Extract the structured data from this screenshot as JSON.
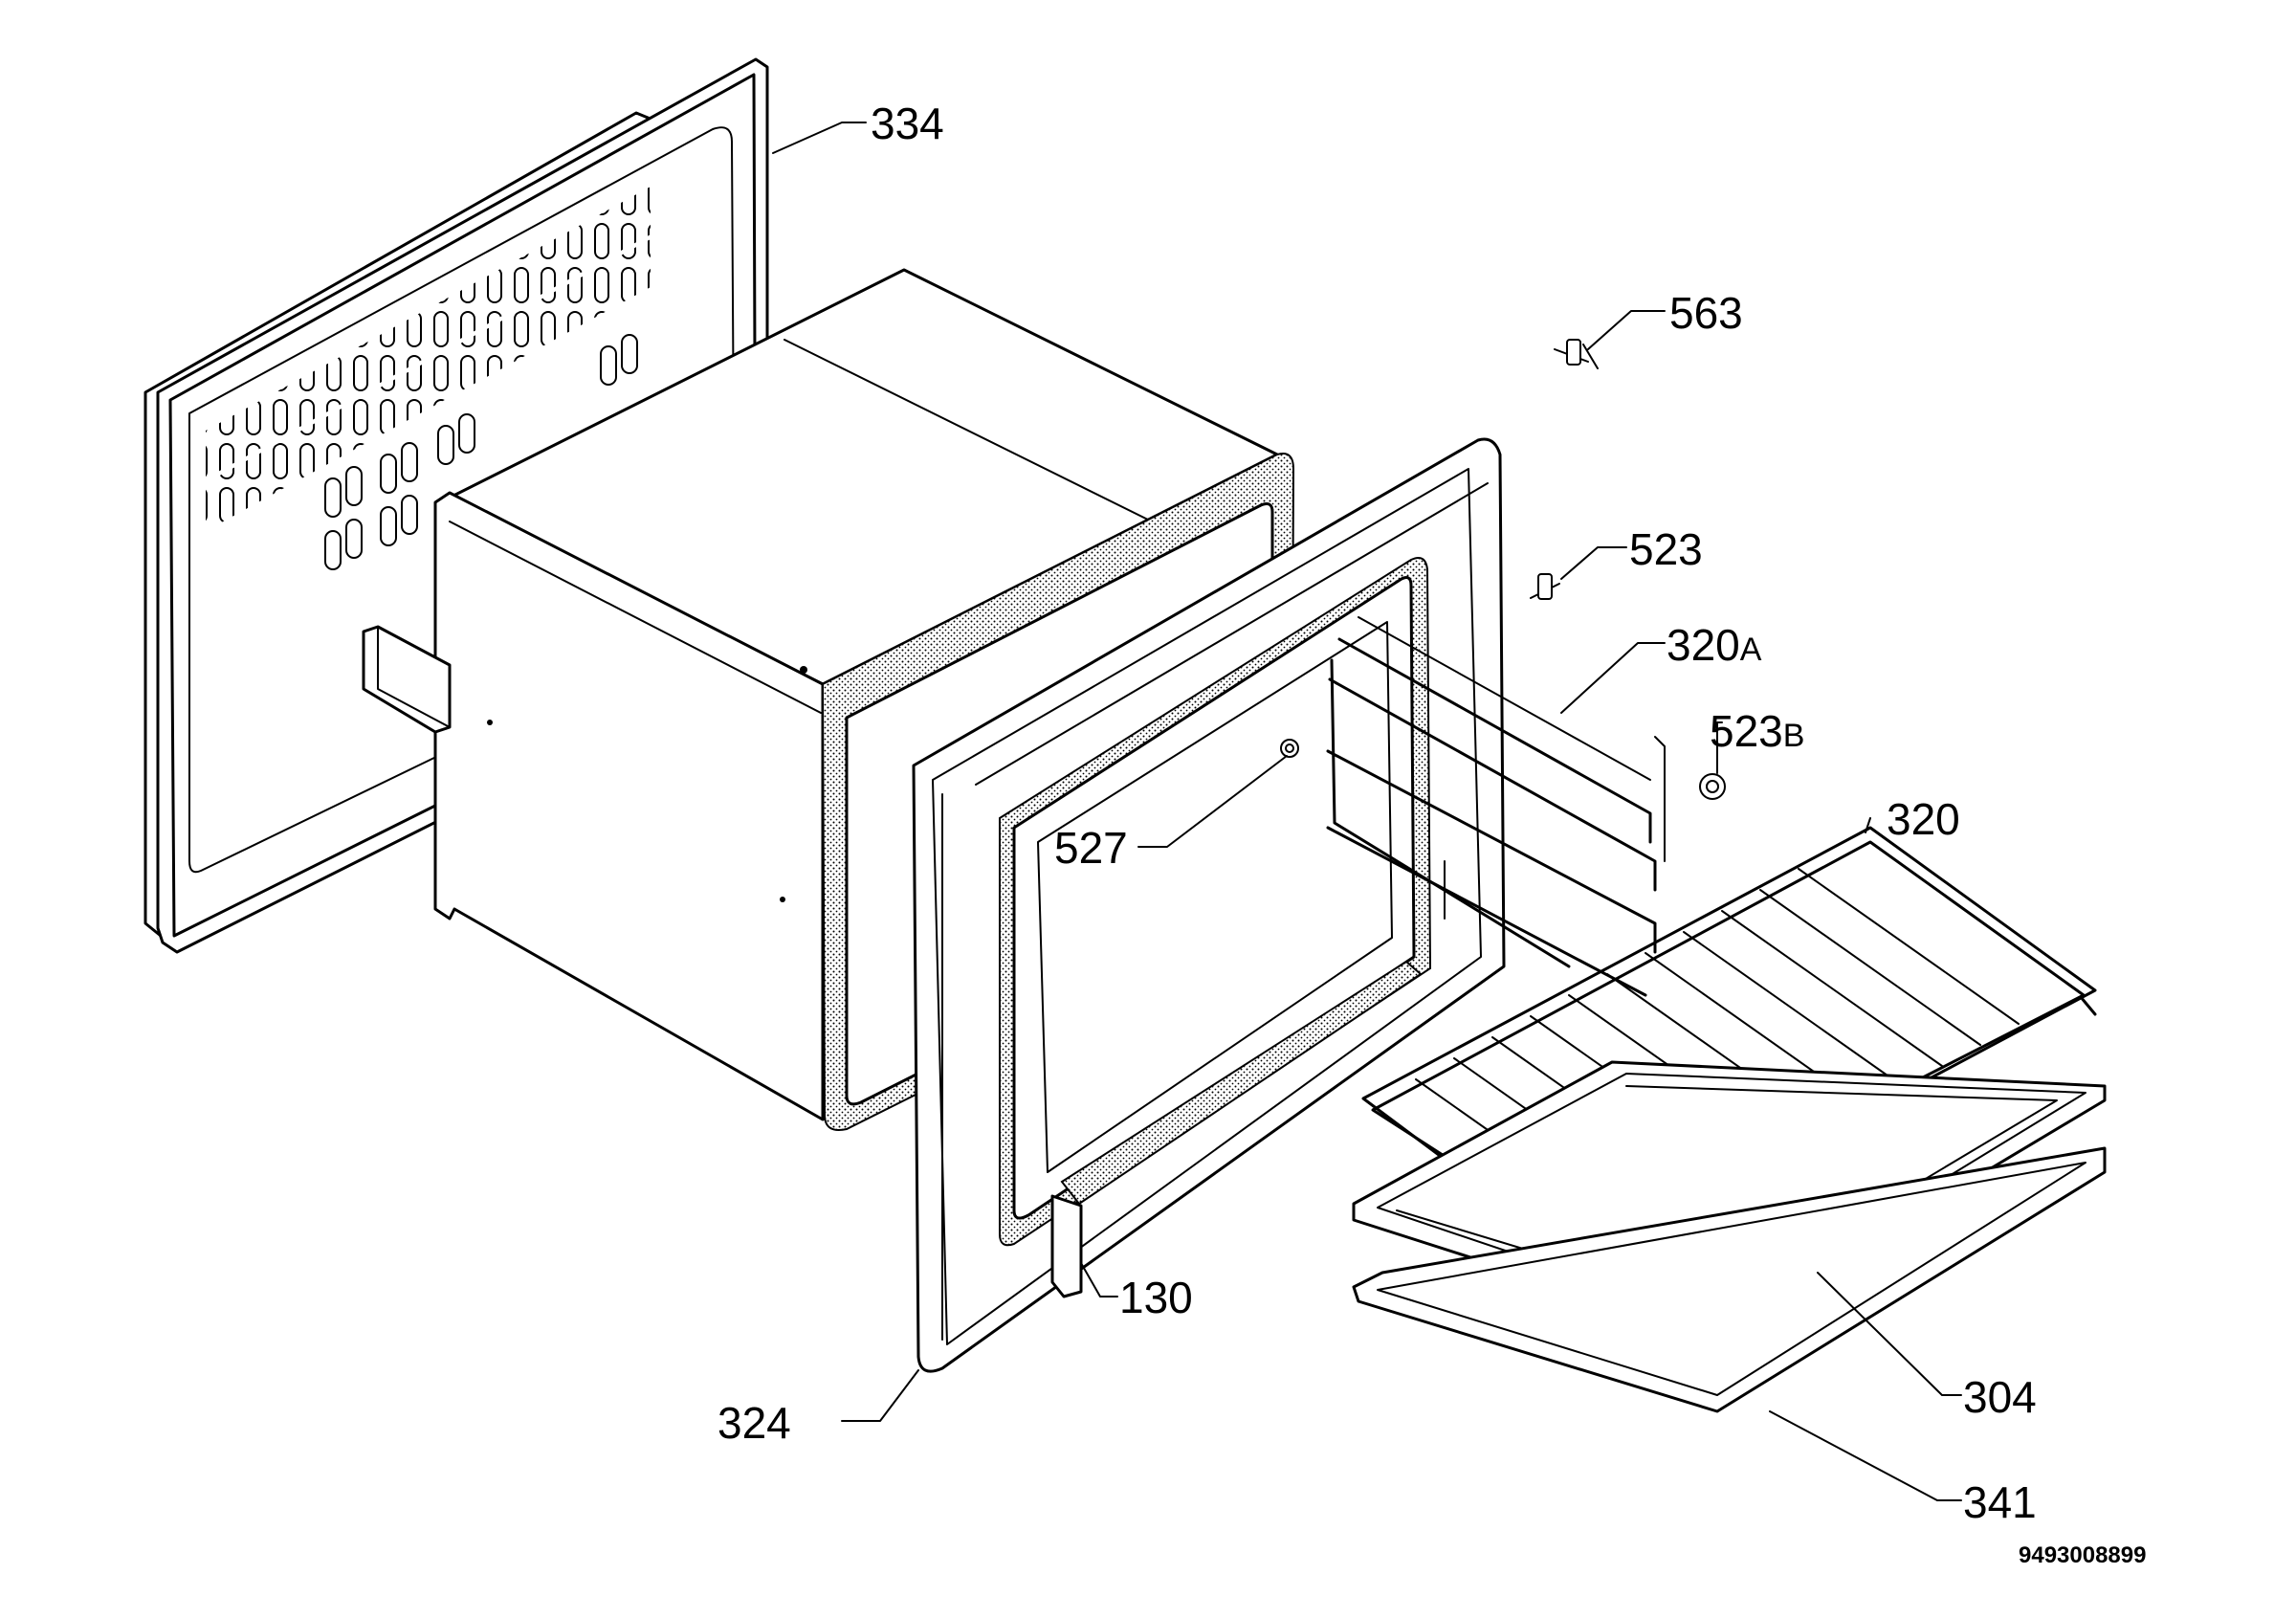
{
  "diagram": {
    "document_number": "9493008899",
    "parts": [
      {
        "id": "p334",
        "number": "334",
        "suffix": ""
      },
      {
        "id": "p563",
        "number": "563",
        "suffix": ""
      },
      {
        "id": "p523",
        "number": "523",
        "suffix": ""
      },
      {
        "id": "p320A",
        "number": "320",
        "suffix": "A"
      },
      {
        "id": "p523B",
        "number": "523",
        "suffix": "B"
      },
      {
        "id": "p320",
        "number": "320",
        "suffix": ""
      },
      {
        "id": "p527",
        "number": "527",
        "suffix": ""
      },
      {
        "id": "p130",
        "number": "130",
        "suffix": ""
      },
      {
        "id": "p324",
        "number": "324",
        "suffix": ""
      },
      {
        "id": "p304",
        "number": "304",
        "suffix": ""
      },
      {
        "id": "p341",
        "number": "341",
        "suffix": ""
      }
    ]
  }
}
